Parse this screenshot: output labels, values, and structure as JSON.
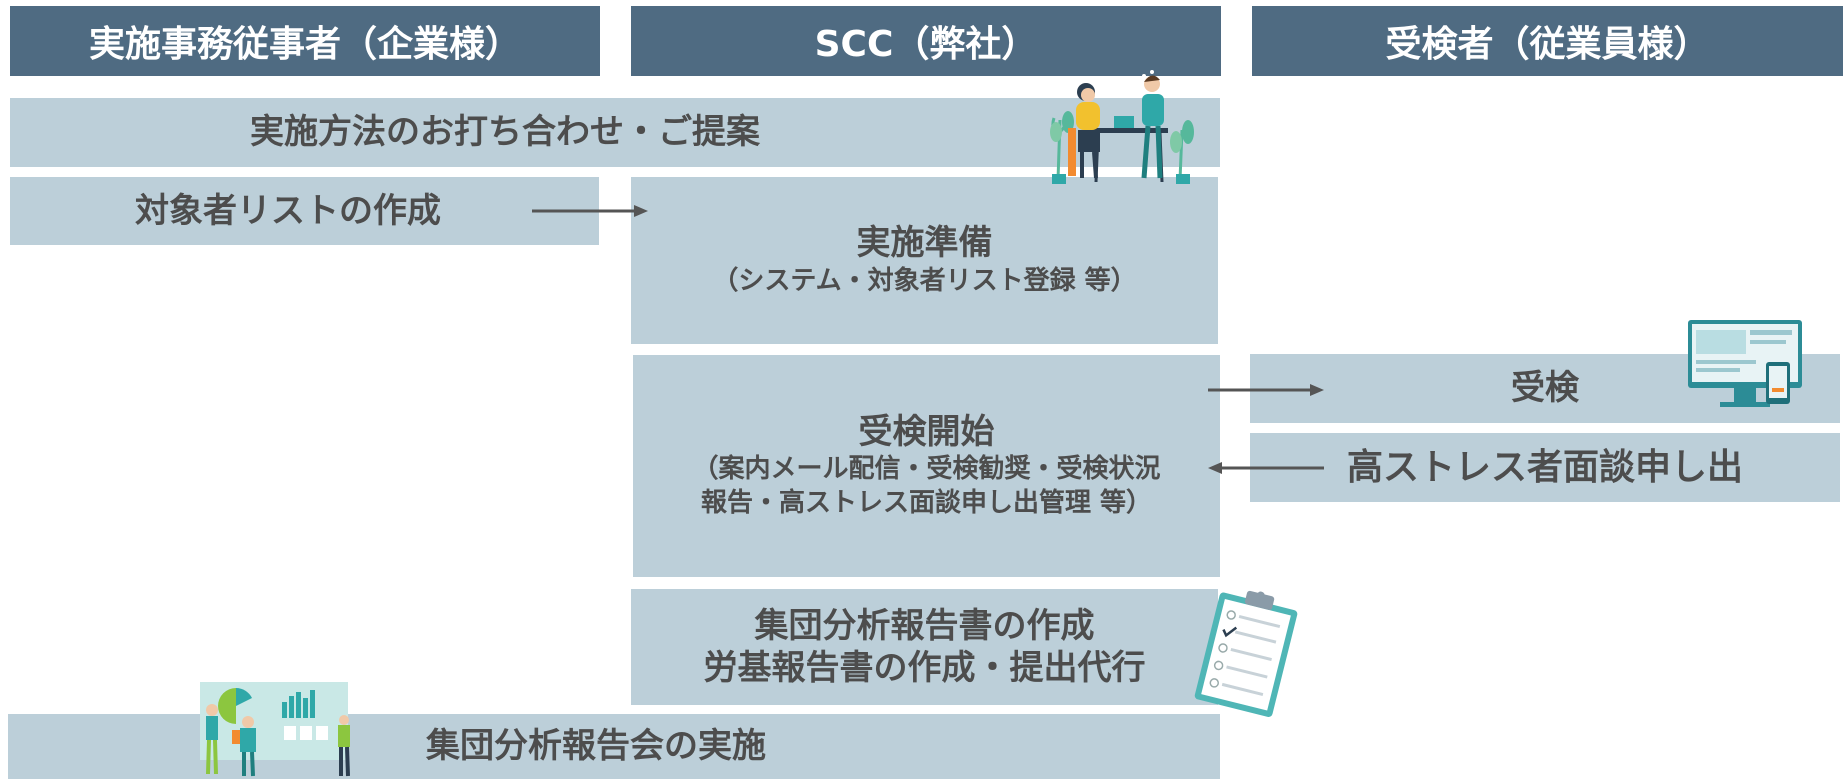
{
  "headers": {
    "client": "実施事務従事者（企業様）",
    "scc": "SCC（弊社）",
    "examinee": "受検者（従業員様）"
  },
  "steps": {
    "consult": "実施方法のお打ち合わせ・ご提案",
    "target_list": "対象者リストの作成",
    "prep_title": "実施準備",
    "prep_sub": "（システム・対象者リスト登録 等）",
    "start_title": "受検開始",
    "start_sub_1": "（案内メール配信・受検勧奨・受検状況",
    "start_sub_2": "報告・高ストレス面談申し出管理 等）",
    "exam": "受検",
    "high_stress": "高ストレス者面談申し出",
    "report_1": "集団分析報告書の作成",
    "report_2": "労基報告書の作成・提出代行",
    "meeting": "集団分析報告会の実施"
  },
  "icons": {
    "meeting_people": "meeting-people-icon",
    "computer": "computer-monitor-icon",
    "clipboard": "clipboard-checklist-icon",
    "presentation": "presentation-people-icon",
    "arrow": "arrow-right-icon"
  },
  "colors": {
    "header_bg": "#4f6b82",
    "box_bg": "#bccfd9",
    "text": "#4d4d4d",
    "arrow": "#555555",
    "teal": "#2fa8a8"
  }
}
